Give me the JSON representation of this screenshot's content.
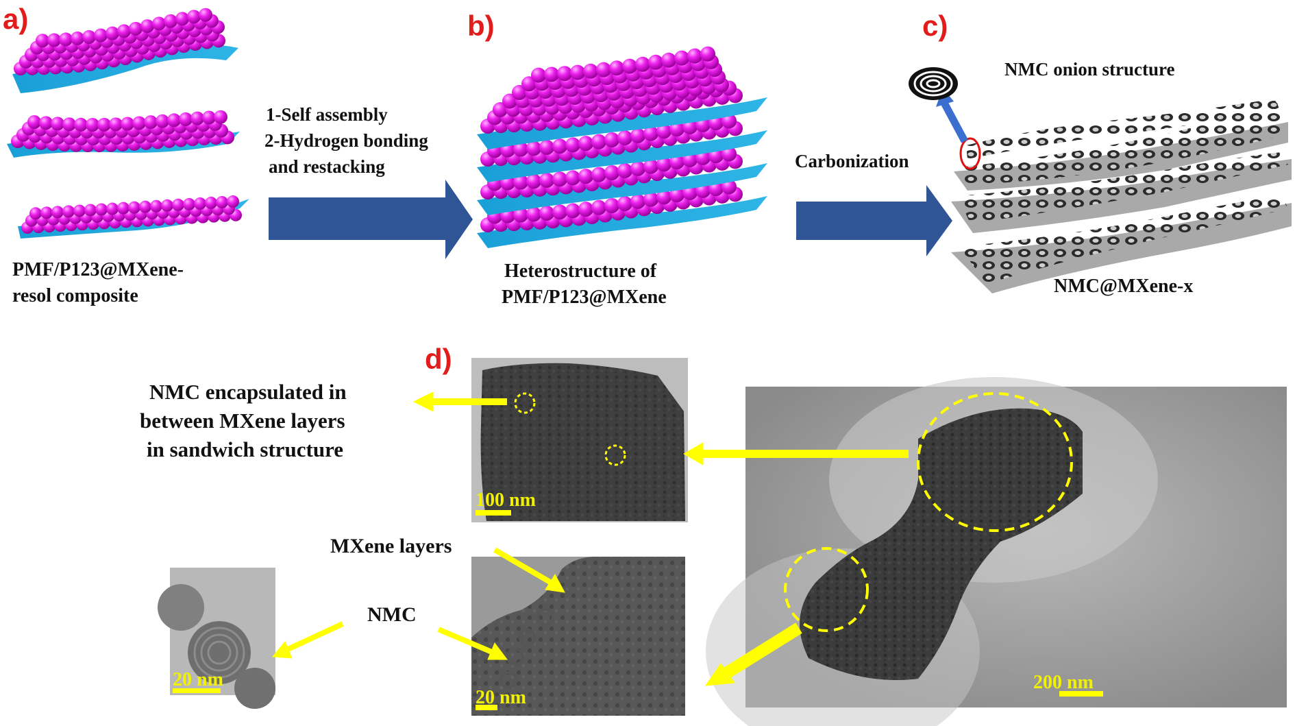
{
  "panels": {
    "a": {
      "letter": "a)",
      "caption_line1": "PMF/P123@MXene-",
      "caption_line2": "resol composite"
    },
    "b": {
      "letter": "b)",
      "caption_line1": "Heterostructure of",
      "caption_line2": "PMF/P123@MXene"
    },
    "c": {
      "letter": "c)",
      "title": "NMC onion structure",
      "caption": "NMC@MXene-x"
    },
    "d": {
      "letter": "d)",
      "note_line1": "NMC encapsulated in",
      "note_line2": "between MXene layers",
      "note_line3": "in sandwich structure",
      "mxene_label": "MXene layers",
      "nmc_label": "NMC",
      "scale_100": "100 nm",
      "scale_200": "200 nm",
      "scale_20a": "20 nm",
      "scale_20b": "20 nm"
    }
  },
  "steps": {
    "ab_line1": "1-Self assembly",
    "ab_line2": "2-Hydrogen bonding",
    "ab_line3": "and restacking",
    "bc": "Carbonization"
  },
  "colors": {
    "sphere": "#e600e6",
    "sheet": "#1fa3d6",
    "arrow": "#2f5597",
    "callout": "#ffff00",
    "letters": "#e21b1b"
  }
}
